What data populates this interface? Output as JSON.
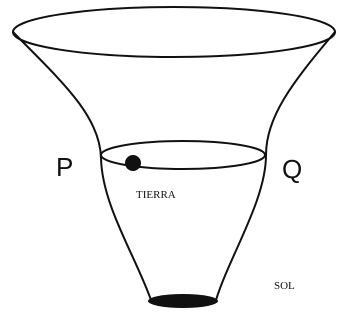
{
  "labels": {
    "point_p": "P",
    "point_q": "Q",
    "earth": "TIERRA",
    "sun": "SOL"
  },
  "colors": {
    "stroke": "#111111",
    "fill": "#111111",
    "background": "#ffffff"
  }
}
